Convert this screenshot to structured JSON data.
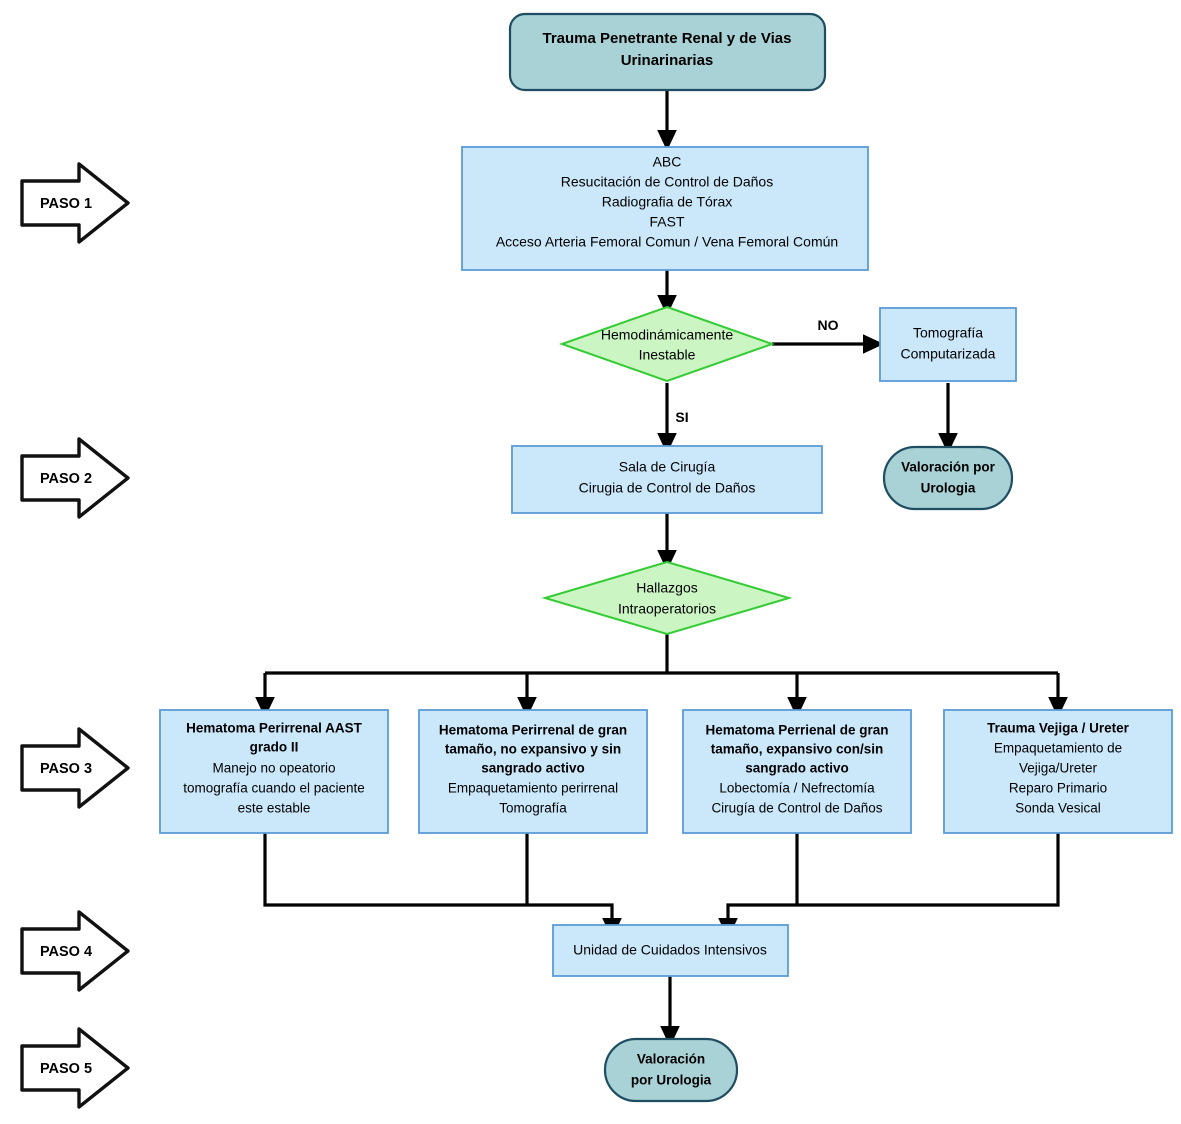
{
  "diagram": {
    "title": "Trauma Penetrante Renal y de Vias Urinarinarias",
    "language": "es"
  },
  "colors": {
    "terminator_fill": "#a9d2d6",
    "terminator_stroke": "#1f4e62",
    "process_fill": "#cbe8fb",
    "process_stroke": "#5b9bd5",
    "decision_fill": "#ccf5c4",
    "decision_stroke": "#33cc33",
    "connector": "#000000",
    "step_arrow_fill": "#ffffff",
    "step_arrow_stroke": "#111111"
  },
  "steps": [
    {
      "id": "paso-1",
      "label": "PASO 1"
    },
    {
      "id": "paso-2",
      "label": "PASO 2"
    },
    {
      "id": "paso-3",
      "label": "PASO 3"
    },
    {
      "id": "paso-4",
      "label": "PASO 4"
    },
    {
      "id": "paso-5",
      "label": "PASO 5"
    }
  ],
  "nodes": {
    "start": {
      "shape": "rounded-terminator",
      "lines": [
        "Trauma Penetrante Renal y de Vias",
        "Urinarinarias"
      ],
      "bold": true
    },
    "initial_management": {
      "shape": "process",
      "lines": [
        "ABC",
        "Resucitación de Control de Daños",
        "Radiografia de Tórax",
        "FAST",
        "Acceso Arteria Femoral Comun / Vena Femoral Común"
      ],
      "bold": false
    },
    "decision_hemodynamic": {
      "shape": "decision",
      "lines": [
        "Hemodinámicamente",
        "Inestable"
      ],
      "bold": false
    },
    "ct_scan": {
      "shape": "process",
      "lines": [
        "Tomografía",
        "Computarizada"
      ],
      "bold": false
    },
    "urology_right": {
      "shape": "rounded-terminator",
      "lines": [
        "Valoración por",
        "Urologia"
      ],
      "bold": true
    },
    "surgery": {
      "shape": "process",
      "lines": [
        "Sala de Cirugía",
        "Cirugia de Control de Daños"
      ],
      "bold": false
    },
    "decision_findings": {
      "shape": "decision",
      "lines": [
        "Hallazgos",
        "Intraoperatorios"
      ],
      "bold": false
    },
    "branch_1": {
      "shape": "process",
      "bold_lines": [
        "Hematoma Perirrenal AAST",
        "grado II"
      ],
      "plain_lines": [
        "Manejo no opeatorio",
        "tomografía cuando el paciente",
        "este  estable"
      ]
    },
    "branch_2": {
      "shape": "process",
      "bold_lines": [
        "Hematoma Perirrenal de gran",
        "tamaño, no expansivo y sin",
        "sangrado activo"
      ],
      "plain_lines": [
        "Empaquetamiento perirrenal",
        "Tomografía"
      ]
    },
    "branch_3": {
      "shape": "process",
      "bold_lines": [
        "Hematoma Perrienal de gran",
        "tamaño, expansivo con/sin",
        "sangrado activo"
      ],
      "plain_lines": [
        "Lobectomía / Nefrectomía",
        "Cirugía de Control de Daños"
      ]
    },
    "branch_4": {
      "shape": "process",
      "bold_lines": [
        "Trauma Vejiga / Ureter"
      ],
      "plain_lines": [
        "Empaquetamiento de",
        "Vejiga/Ureter",
        "Reparo Primario",
        "Sonda Vesical"
      ]
    },
    "icu": {
      "shape": "process",
      "lines": [
        "Unidad de Cuidados Intensivos"
      ],
      "bold": false
    },
    "urology_bottom": {
      "shape": "rounded-terminator",
      "lines": [
        "Valoración",
        "por Urologia"
      ],
      "bold": true
    }
  },
  "edge_labels": {
    "no": "NO",
    "si": "SI"
  }
}
